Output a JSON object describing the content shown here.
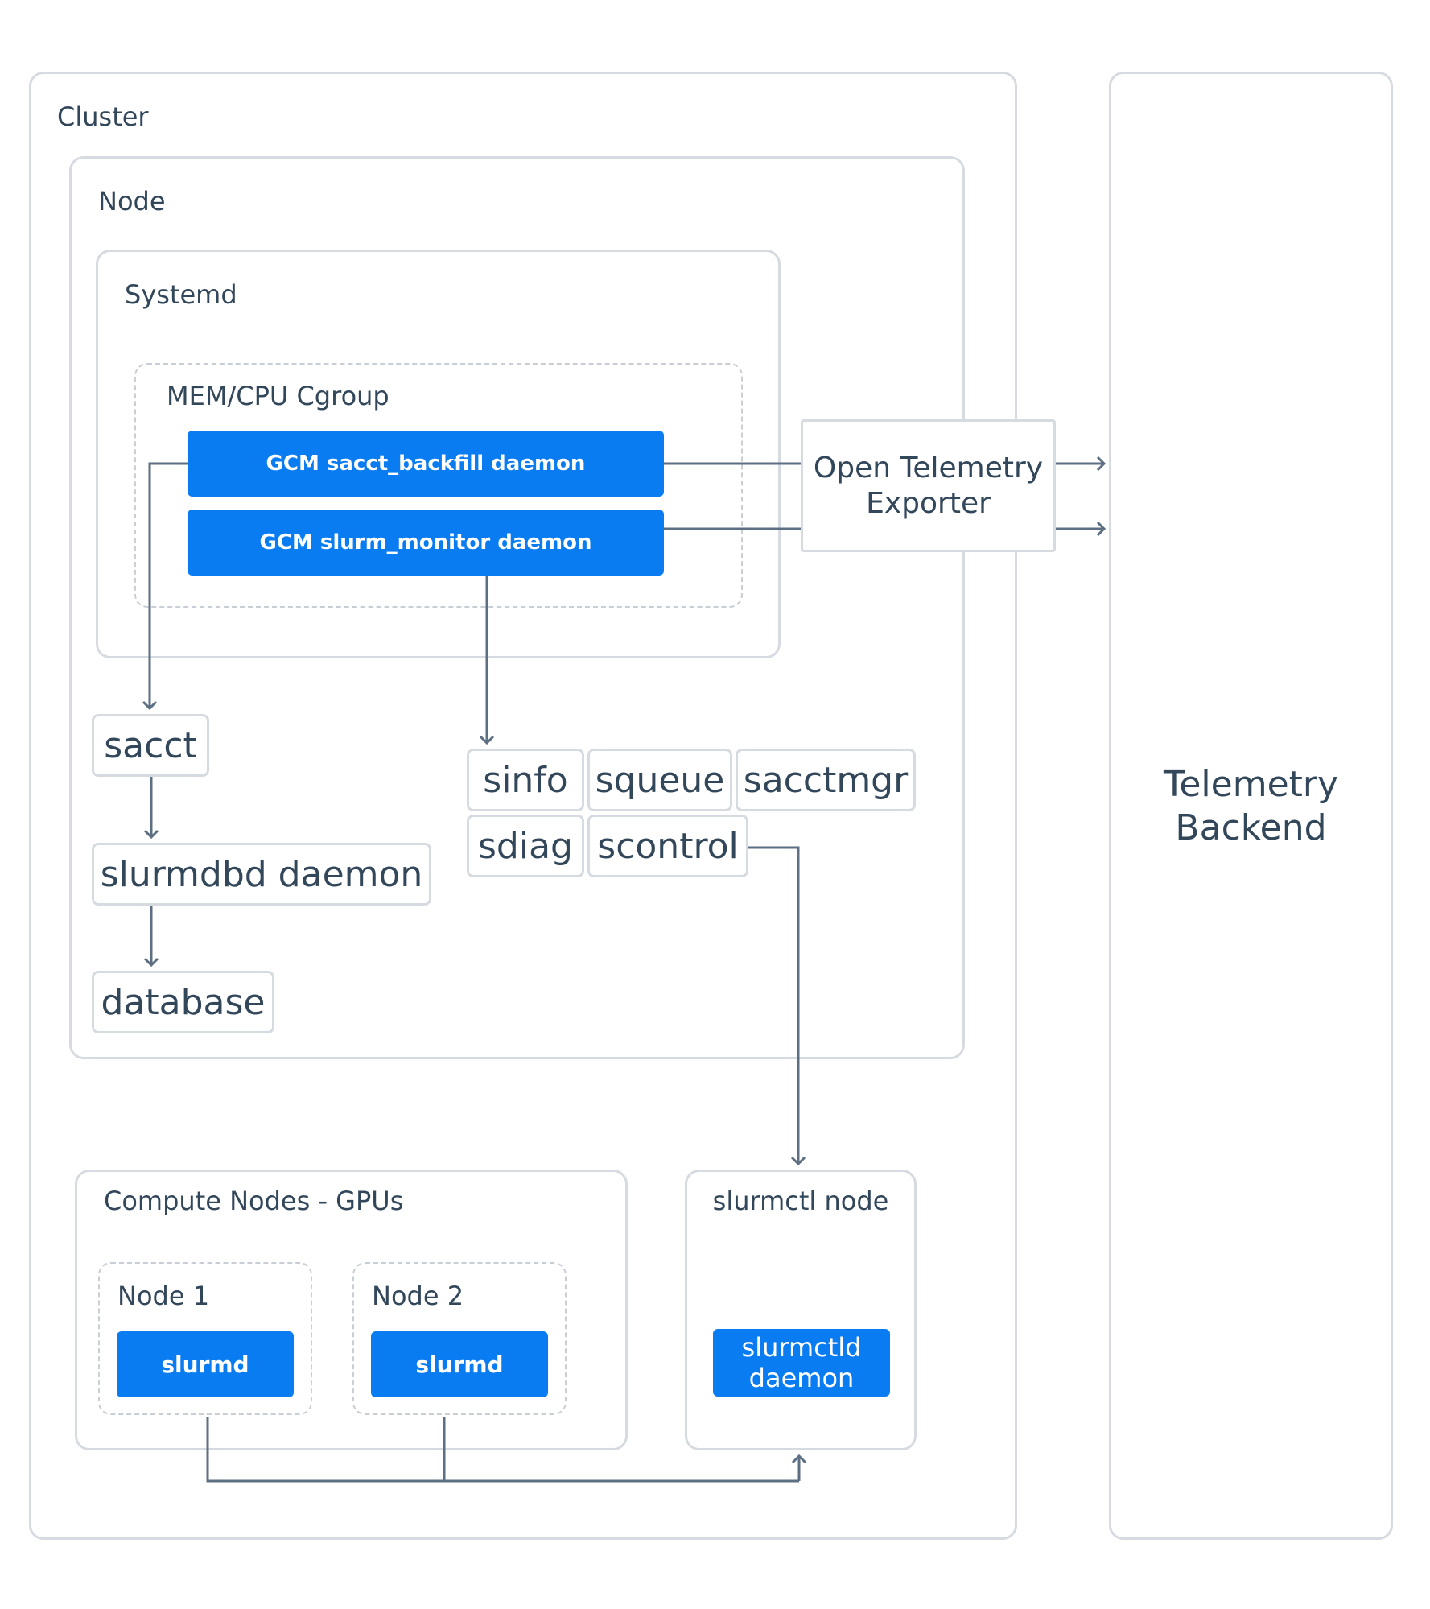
{
  "labels": {
    "cluster": "Cluster",
    "node": "Node",
    "systemd": "Systemd",
    "cgroup": "MEM/CPU Cgroup",
    "compute_nodes": "Compute Nodes - GPUs",
    "node1": "Node 1",
    "node2": "Node 2",
    "slurmctl_node": "slurmctl node",
    "telemetry_backend_line1": "Telemetry",
    "telemetry_backend_line2": "Backend"
  },
  "daemons": {
    "sacct_backfill": "GCM sacct_backfill daemon",
    "slurm_monitor": "GCM slurm_monitor daemon",
    "slurmd_1": "slurmd",
    "slurmd_2": "slurmd",
    "slurmctld_line1": "slurmctld",
    "slurmctld_line2": "daemon"
  },
  "exporter": {
    "line1": "Open Telemetry",
    "line2": "Exporter"
  },
  "commands": {
    "sacct": "sacct",
    "slurmdbd": "slurmdbd daemon",
    "database": "database",
    "sinfo": "sinfo",
    "squeue": "squeue",
    "sacctmgr": "sacctmgr",
    "sdiag": "sdiag",
    "scontrol": "scontrol"
  },
  "colors": {
    "accent": "#0a7cf2",
    "border": "#d6dbe1",
    "wire": "#5d6f82",
    "text": "#33475b"
  }
}
